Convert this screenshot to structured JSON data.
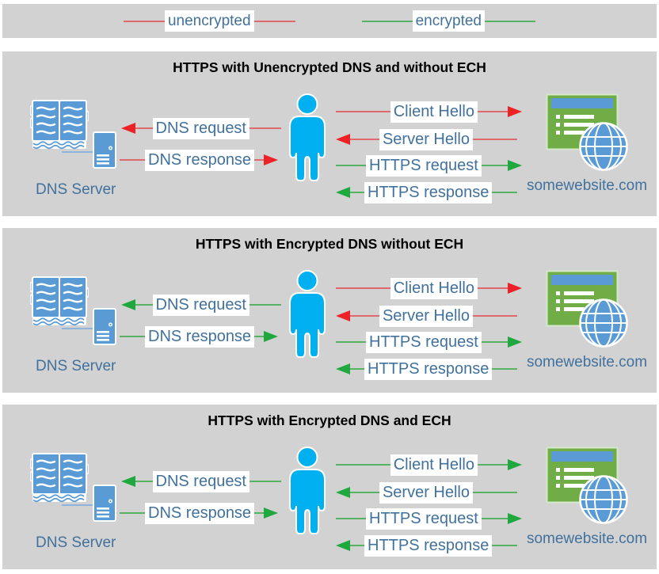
{
  "colors": {
    "panel_bg": "#d2d2d2",
    "label_text": "#41719c",
    "unencrypted_line": "#e0696d",
    "unencrypted_head": "#ec2227",
    "encrypted_line": "#57b264",
    "encrypted_head": "#1fa83e",
    "icon_blue": "#5b9bd5",
    "person_blue": "#00b0f0",
    "website_green": "#70ad47"
  },
  "legend": {
    "items": [
      {
        "label": "unencrypted",
        "encryption": "unencrypted",
        "line_color": "#e0696d"
      },
      {
        "label": "encrypted",
        "encryption": "encrypted",
        "line_color": "#57b264"
      }
    ]
  },
  "panels": [
    {
      "title": "HTTPS with Unencrypted DNS and without ECH",
      "dns_server_label": "DNS Server",
      "website_label": "somewebsite.com",
      "arrows": {
        "dns_request": {
          "label": "DNS request",
          "direction": "left",
          "encryption": "unencrypted",
          "line_color": "#e0696d",
          "head_color": "#ec2227"
        },
        "dns_response": {
          "label": "DNS response",
          "direction": "right",
          "encryption": "unencrypted",
          "line_color": "#e0696d",
          "head_color": "#ec2227"
        },
        "client_hello": {
          "label": "Client Hello",
          "direction": "right",
          "encryption": "unencrypted",
          "line_color": "#e0696d",
          "head_color": "#ec2227"
        },
        "server_hello": {
          "label": "Server Hello",
          "direction": "left",
          "encryption": "unencrypted",
          "line_color": "#e0696d",
          "head_color": "#ec2227"
        },
        "https_request": {
          "label": "HTTPS request",
          "direction": "right",
          "encryption": "encrypted",
          "line_color": "#57b264",
          "head_color": "#1fa83e"
        },
        "https_response": {
          "label": "HTTPS response",
          "direction": "left",
          "encryption": "encrypted",
          "line_color": "#57b264",
          "head_color": "#1fa83e"
        }
      }
    },
    {
      "title": "HTTPS with Encrypted DNS without ECH",
      "dns_server_label": "DNS Server",
      "website_label": "somewebsite.com",
      "arrows": {
        "dns_request": {
          "label": "DNS request",
          "direction": "left",
          "encryption": "encrypted",
          "line_color": "#57b264",
          "head_color": "#1fa83e"
        },
        "dns_response": {
          "label": "DNS response",
          "direction": "right",
          "encryption": "encrypted",
          "line_color": "#57b264",
          "head_color": "#1fa83e"
        },
        "client_hello": {
          "label": "Client Hello",
          "direction": "right",
          "encryption": "unencrypted",
          "line_color": "#e0696d",
          "head_color": "#ec2227"
        },
        "server_hello": {
          "label": "Server Hello",
          "direction": "left",
          "encryption": "unencrypted",
          "line_color": "#e0696d",
          "head_color": "#ec2227"
        },
        "https_request": {
          "label": "HTTPS request",
          "direction": "right",
          "encryption": "encrypted",
          "line_color": "#57b264",
          "head_color": "#1fa83e"
        },
        "https_response": {
          "label": "HTTPS response",
          "direction": "left",
          "encryption": "encrypted",
          "line_color": "#57b264",
          "head_color": "#1fa83e"
        }
      }
    },
    {
      "title": "HTTPS with Encrypted DNS and ECH",
      "dns_server_label": "DNS Server",
      "website_label": "somewebsite.com",
      "arrows": {
        "dns_request": {
          "label": "DNS request",
          "direction": "left",
          "encryption": "encrypted",
          "line_color": "#57b264",
          "head_color": "#1fa83e"
        },
        "dns_response": {
          "label": "DNS response",
          "direction": "right",
          "encryption": "encrypted",
          "line_color": "#57b264",
          "head_color": "#1fa83e"
        },
        "client_hello": {
          "label": "Client Hello",
          "direction": "right",
          "encryption": "encrypted",
          "line_color": "#57b264",
          "head_color": "#1fa83e"
        },
        "server_hello": {
          "label": "Server Hello",
          "direction": "left",
          "encryption": "encrypted",
          "line_color": "#57b264",
          "head_color": "#1fa83e"
        },
        "https_request": {
          "label": "HTTPS request",
          "direction": "right",
          "encryption": "encrypted",
          "line_color": "#57b264",
          "head_color": "#1fa83e"
        },
        "https_response": {
          "label": "HTTPS response",
          "direction": "left",
          "encryption": "encrypted",
          "line_color": "#57b264",
          "head_color": "#1fa83e"
        }
      }
    }
  ]
}
